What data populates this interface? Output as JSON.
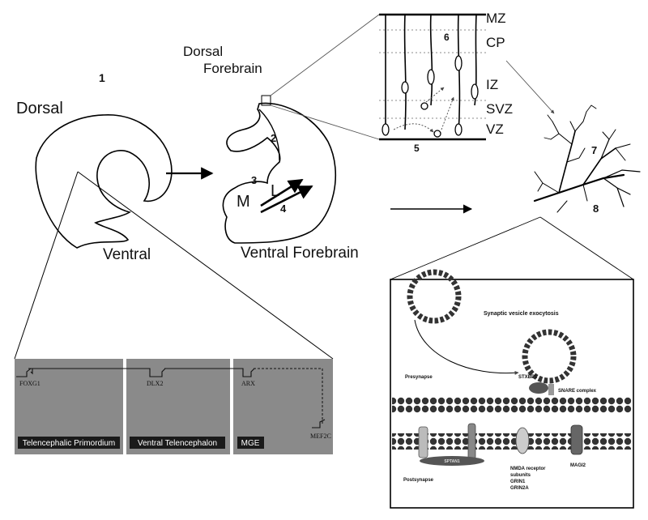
{
  "embryo": {
    "step": "1",
    "dorsal": "Dorsal",
    "ventral": "Ventral"
  },
  "forebrain": {
    "dorsal_title_line1": "Dorsal",
    "dorsal_title_line2": "Forebrain",
    "ventral_title": "Ventral Forebrain",
    "step2": "2",
    "step3": "3",
    "step4": "4",
    "m_label": "M",
    "l_label": "L"
  },
  "cortex": {
    "layers": [
      "MZ",
      "CP",
      "IZ",
      "SVZ",
      "VZ"
    ],
    "step5": "5",
    "step6": "6"
  },
  "neuron": {
    "step7": "7",
    "step8": "8"
  },
  "genes": {
    "panels": [
      {
        "caption": "Telencephalic Primordium",
        "gene": "FOXG1"
      },
      {
        "caption": "Ventral Telencephalon",
        "gene": "DLX2"
      },
      {
        "caption": "MGE",
        "gene": "ARX",
        "target": "MEF2C"
      }
    ]
  },
  "synapse": {
    "exocytosis": "Synaptic vesicle exocytosis",
    "presynapse": "Presynapse",
    "stxbp1": "STXBP1",
    "snare": "SNARE complex",
    "postsynapse": "Postsynapse",
    "sptan1": "SPTAN1",
    "nmda_line1": "NMDA receptor",
    "nmda_line2": "subunits",
    "grin1": "GRIN1",
    "grin2a": "GRIN2A",
    "magi2": "MAGI2"
  }
}
